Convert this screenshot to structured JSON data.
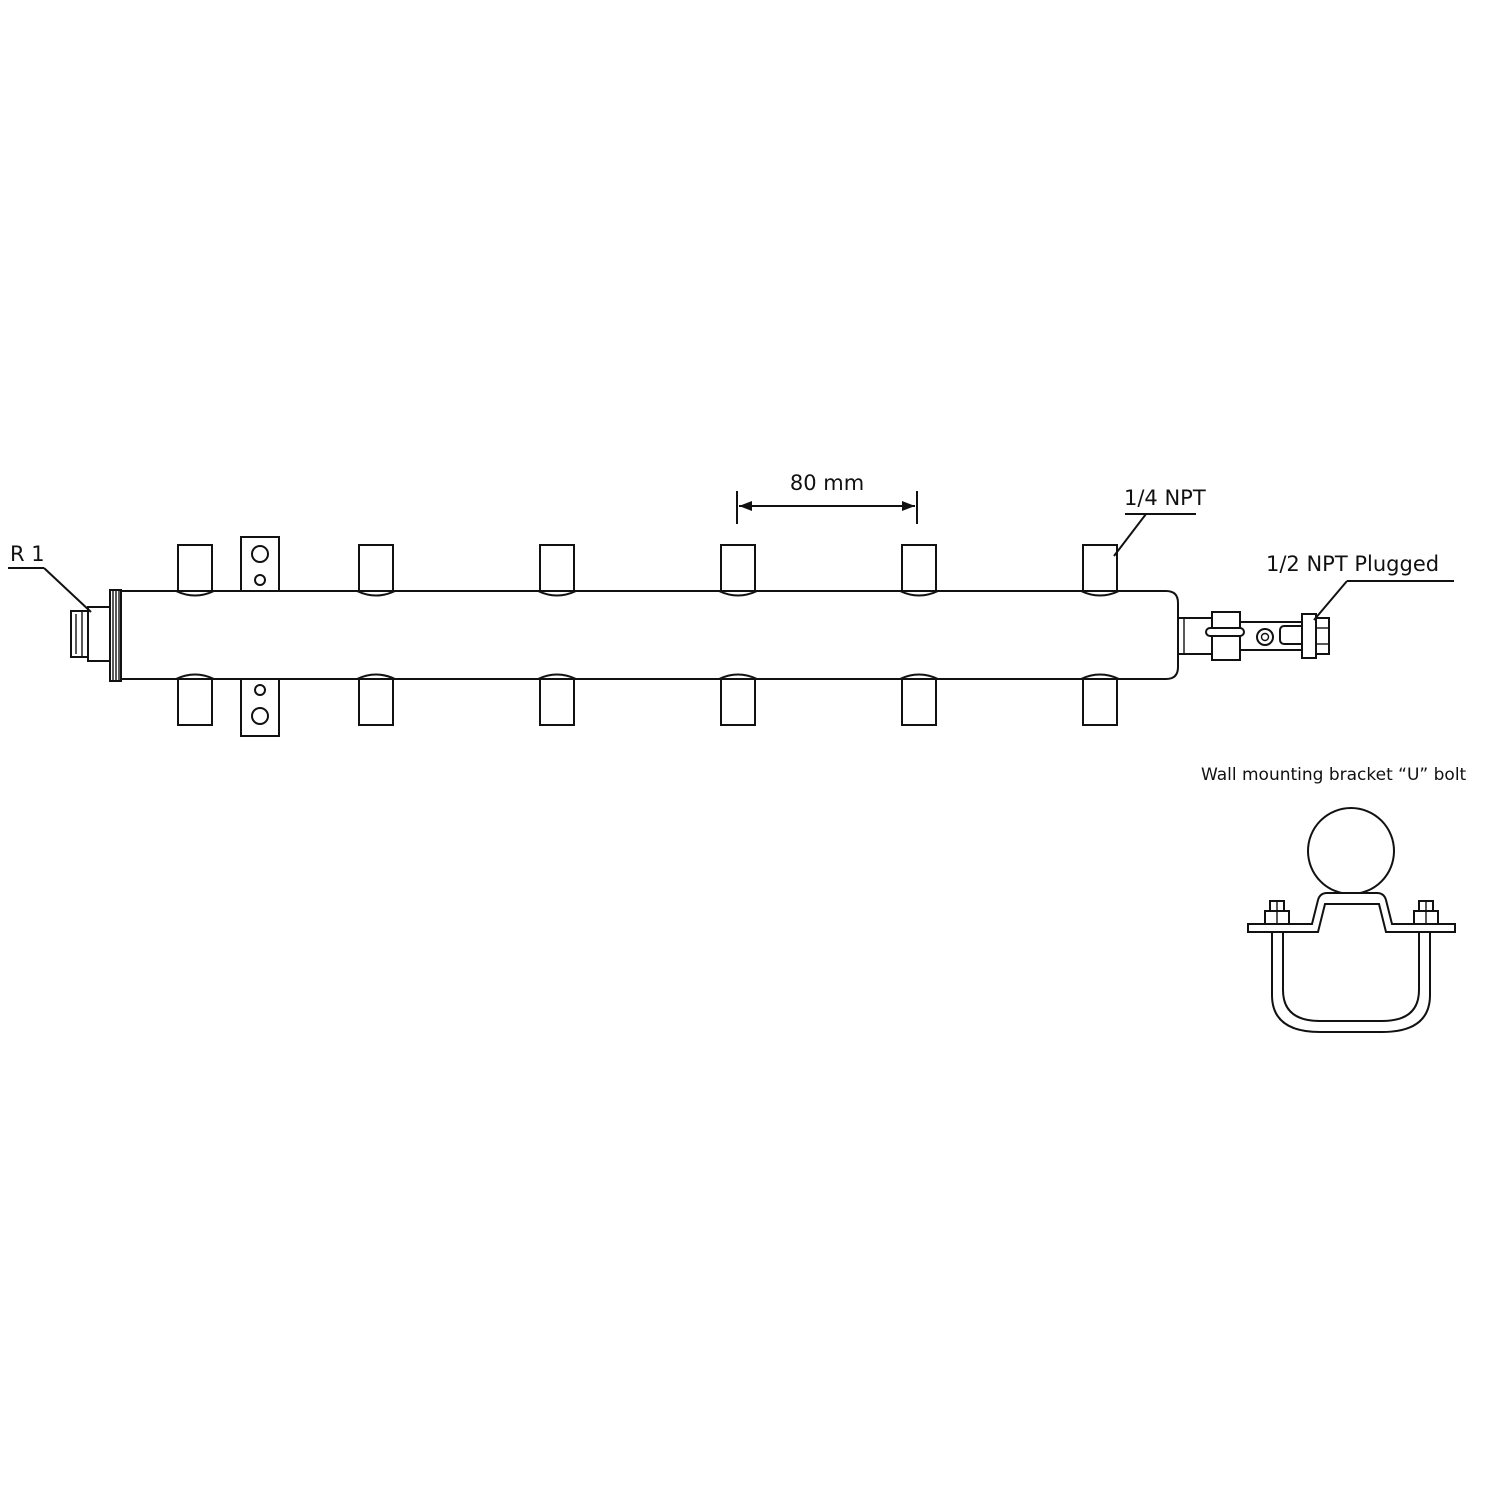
{
  "labels": {
    "inlet_thread": "R 1",
    "spacing": "80 mm",
    "outlet_thread": "1/4 NPT",
    "end_plug": "1/2 NPT Plugged",
    "bracket_title": "Wall mounting bracket “U” bolt"
  },
  "manifold": {
    "outlets_per_side": 6,
    "sides": 2,
    "wall_brackets": 1
  }
}
